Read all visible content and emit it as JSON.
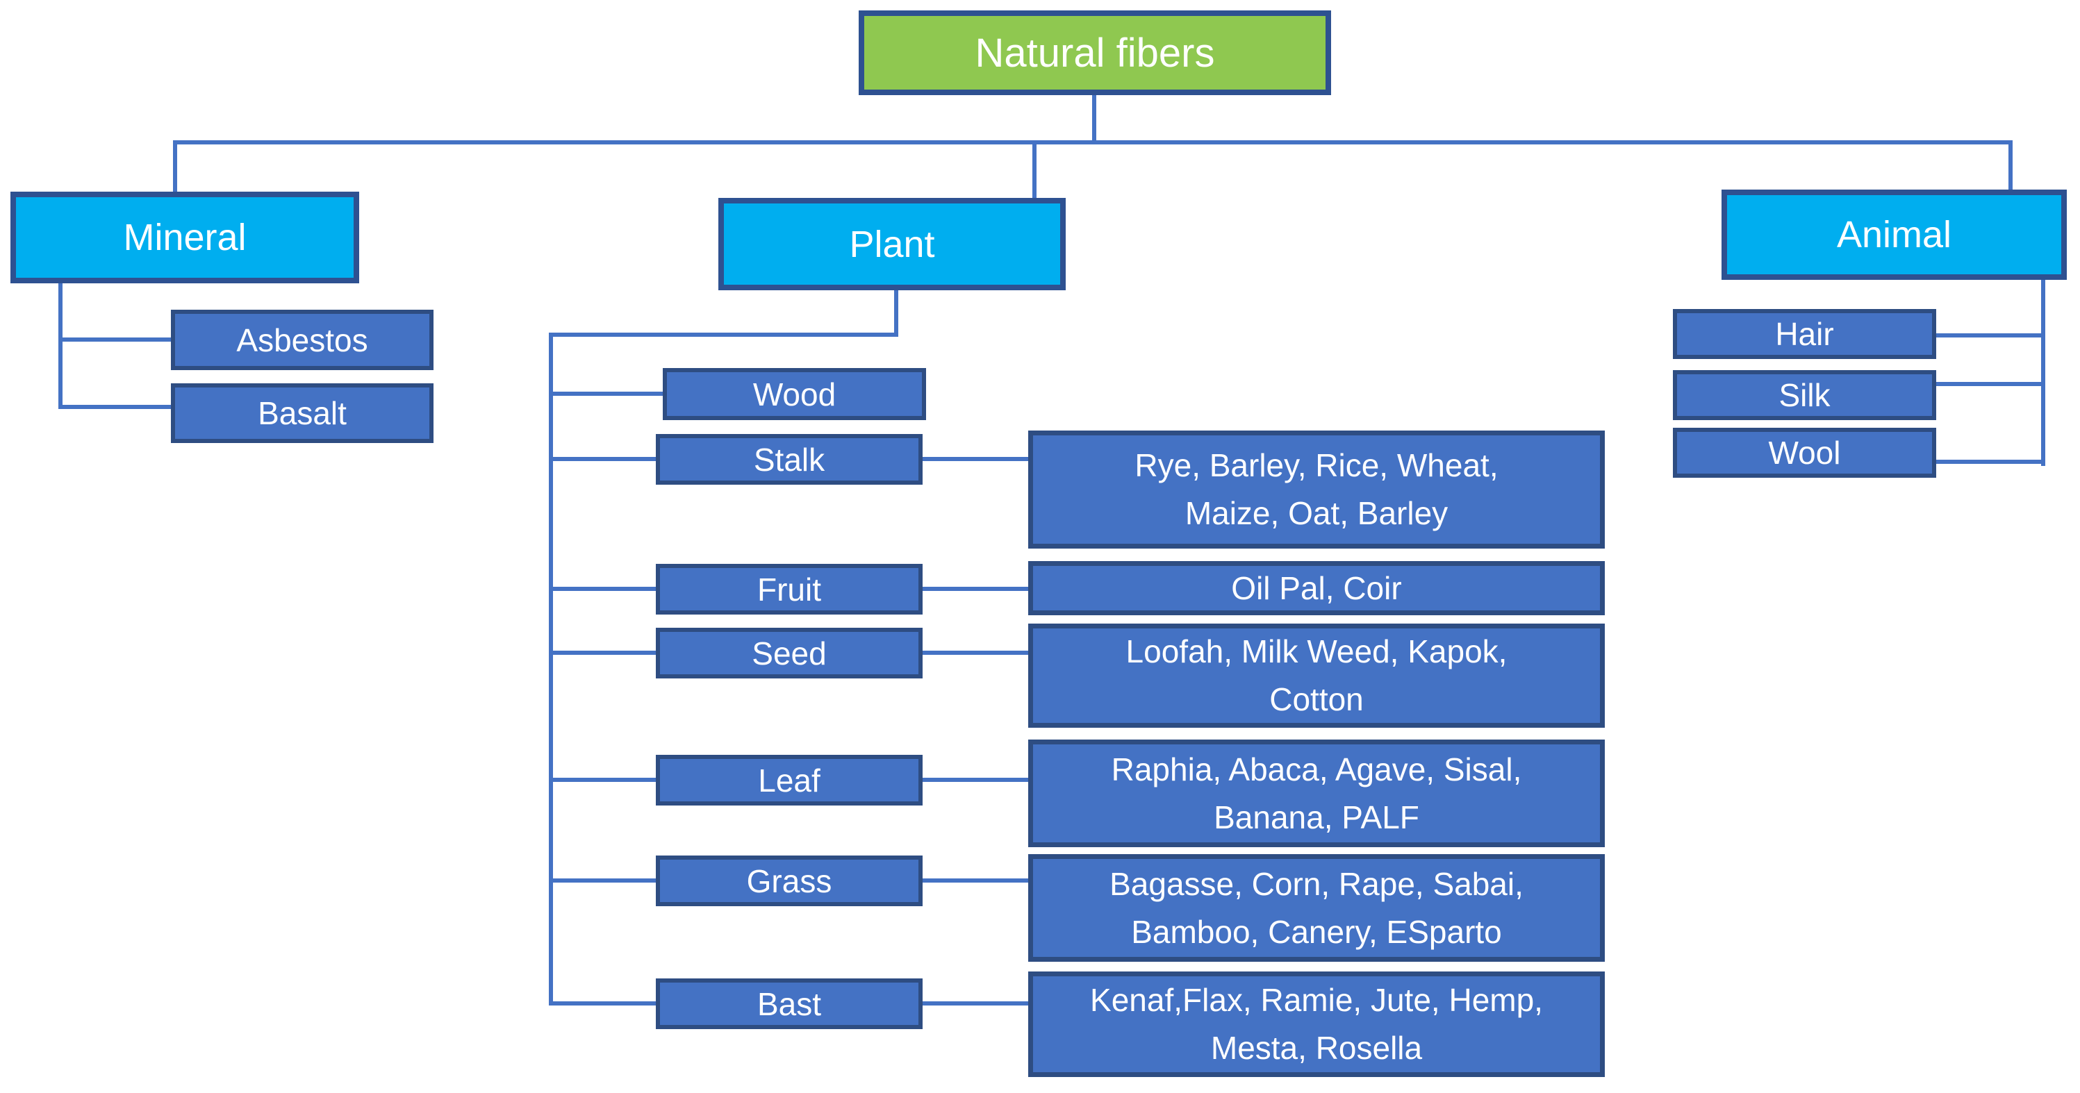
{
  "title": {
    "label": "Natural fibers"
  },
  "colors": {
    "root_fill": "#8FC850",
    "category_fill": "#00AEEF",
    "item_fill": "#4472C4",
    "border_dark": "#2E4D82",
    "border_navy": "#2E5191",
    "connector_line": "#4472C4",
    "text": "#FFFFFF",
    "background": "#FFFFFF"
  },
  "branches": {
    "mineral": {
      "label": "Mineral",
      "children": [
        {
          "label": "Asbestos"
        },
        {
          "label": "Basalt"
        }
      ]
    },
    "plant": {
      "label": "Plant",
      "types": [
        {
          "label": "Wood"
        },
        {
          "label": "Stalk",
          "examples": "Rye, Barley, Rice, Wheat,\nMaize, Oat, Barley"
        },
        {
          "label": "Fruit",
          "examples": "Oil Pal, Coir"
        },
        {
          "label": "Seed",
          "examples": "Loofah, Milk Weed, Kapok,\nCotton"
        },
        {
          "label": "Leaf",
          "examples": "Raphia, Abaca, Agave, Sisal,\nBanana, PALF"
        },
        {
          "label": "Grass",
          "examples": "Bagasse, Corn, Rape, Sabai,\nBamboo, Canery, ESparto"
        },
        {
          "label": "Bast",
          "examples": "Kenaf,Flax, Ramie, Jute, Hemp,\nMesta, Rosella"
        }
      ]
    },
    "animal": {
      "label": "Animal",
      "children": [
        {
          "label": "Hair"
        },
        {
          "label": "Silk"
        },
        {
          "label": "Wool"
        }
      ]
    }
  }
}
